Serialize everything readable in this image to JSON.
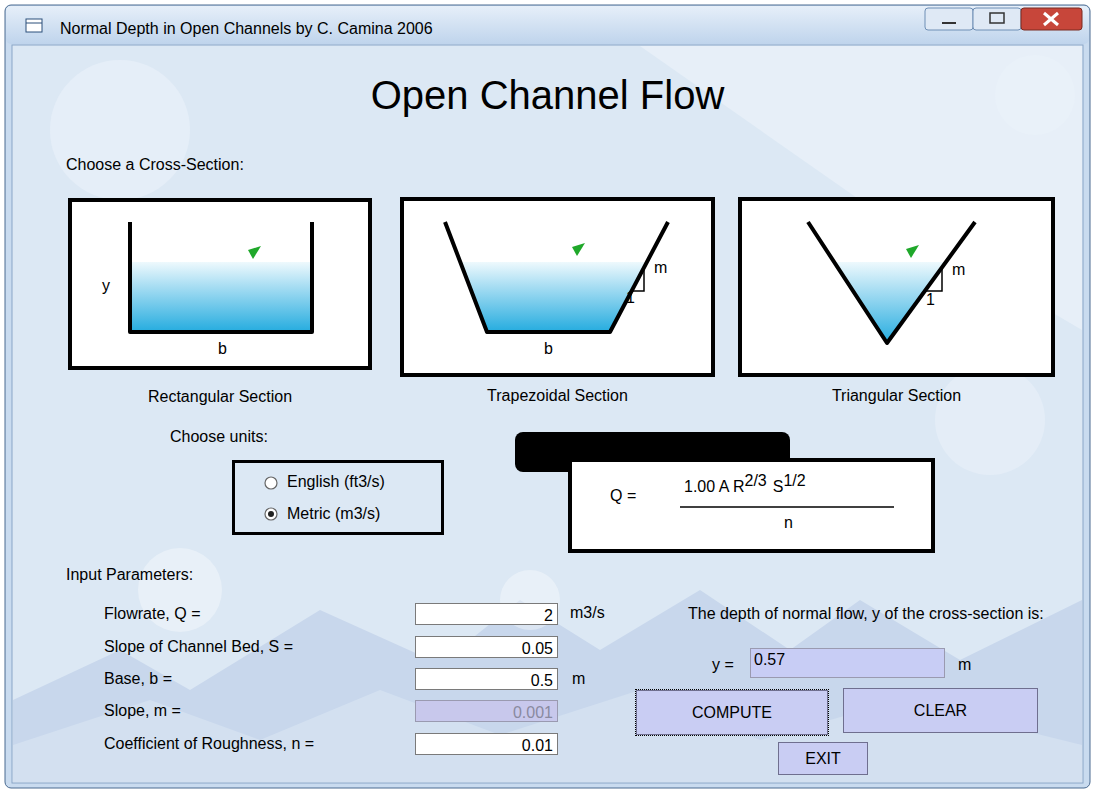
{
  "diagram": {
    "title": "Open Channel Flow",
    "nodes": [
      {
        "text": [
          "Normal Depth in Open Channels by C. Camina 2006"
        ]
      },
      {
        "text": [
          "y",
          "b",
          "Rectangular Section"
        ],
        "in": 0
      },
      {
        "text": [
          "m",
          "1",
          "b",
          "Trapezoidal Section"
        ],
        "in": 0
      },
      {
        "text": [
          "m",
          "1",
          "Triangular Section"
        ],
        "in": 0
      },
      {
        "text": [
          "English (ft3/s)",
          "Metric (m3/s)"
        ],
        "in": 0
      },
      {
        "text": [
          "Q =",
          "1.00 A R",
          "2/3",
          "S",
          "1/2",
          "n"
        ],
        "in": 0
      },
      {
        "text": [
          "2"
        ],
        "in": 0
      },
      {
        "text": [
          "0.05"
        ],
        "in": 0
      },
      {
        "text": [
          "0.5"
        ],
        "in": 0
      },
      {
        "text": [
          "0.001"
        ],
        "in": 0
      },
      {
        "text": [
          "0.01"
        ],
        "in": 0
      },
      {
        "text": [
          "0.57"
        ],
        "in": 0
      },
      {
        "text": [
          "COMPUTE"
        ],
        "in": 0
      },
      {
        "text": [
          "CLEAR"
        ],
        "in": 0
      },
      {
        "text": [
          "EXIT"
        ],
        "in": 0
      }
    ],
    "labels": [
      "Choose a Cross-Section:",
      "Choose units:",
      "Input Parameters:",
      "Flowrate, Q =",
      "m3/s",
      "Slope of Channel Bed, S =",
      "Base, b =",
      "m",
      "Slope, m =",
      "Coefficient of Roughness, n =",
      "The depth of normal flow, y of the cross-section is:",
      "y =",
      "m"
    ]
  }
}
